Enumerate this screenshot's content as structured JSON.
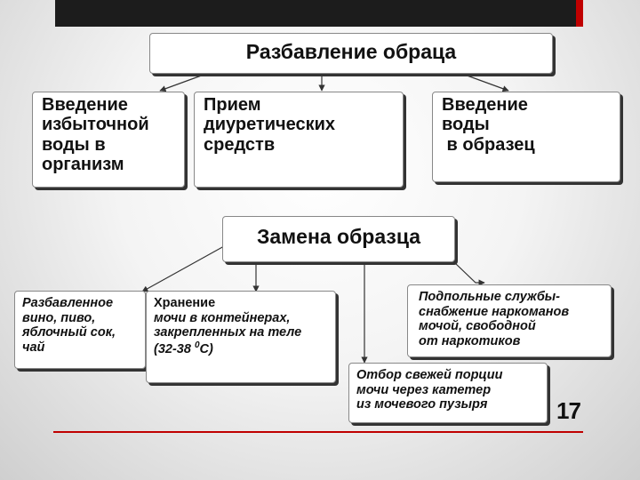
{
  "top": {
    "title": "Разбавление обраца",
    "items": [
      {
        "lines": [
          "Введение",
          "избыточной",
          "воды в",
          "организм"
        ]
      },
      {
        "lines": [
          "Прием",
          "диуретических",
          "средств"
        ]
      },
      {
        "lines": [
          "Введение",
          "воды",
          " в образец"
        ]
      }
    ]
  },
  "bottom": {
    "title": "Замена образца",
    "diluted": {
      "lines": [
        "Разбавленное",
        "вино, пиво,",
        "яблочный сок,",
        "чай"
      ]
    },
    "storage": {
      "lines": [
        "Хранение",
        "мочи в контейнерах,",
        "закрепленных на теле"
      ],
      "temp_prefix": "(32-38 ",
      "temp_sup": "0",
      "temp_suffix": "C)"
    },
    "services": {
      "lines": [
        "Подпольные службы-",
        "снабжение наркоманов",
        "мочой, свободной",
        "от наркотиков"
      ]
    },
    "catheter": {
      "lines": [
        "Отбор свежей порции",
        "мочи через катетер",
        "из мочевого пузыря"
      ]
    }
  },
  "page_number": "17",
  "colors": {
    "accent": "#c00000",
    "topbar": "#1c1c1c"
  }
}
